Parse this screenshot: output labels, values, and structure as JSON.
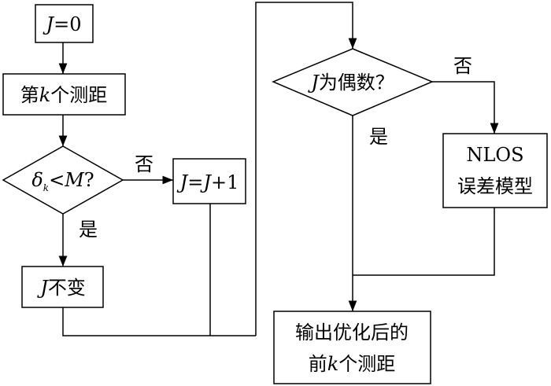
{
  "nodes": {
    "init": {
      "var": "J",
      "rest": "=0"
    },
    "range_k": {
      "pre": "第",
      "var": "k",
      "post": "个测距"
    },
    "cond1": {
      "delta": "δ",
      "sub": "k",
      "op": "<",
      "var": "M",
      "q": "?"
    },
    "incr": {
      "v1": "J",
      "eq": "=",
      "v2": "J",
      "rest": "+1"
    },
    "unchanged": {
      "var": "J",
      "rest": "不变"
    },
    "cond2": {
      "var": "J",
      "rest": "为偶数？"
    },
    "nlos": {
      "line1": "NLOS",
      "line2": "误差模型"
    },
    "output": {
      "line1": "输出优化后的",
      "line2_pre": "前",
      "line2_var": "k",
      "line2_post": "个测距"
    }
  },
  "edge_labels": {
    "cond1_no": "否",
    "cond1_yes": "是",
    "cond2_no": "否",
    "cond2_yes": "是"
  },
  "colors": {
    "stroke": "#000000",
    "background": "#ffffff"
  }
}
